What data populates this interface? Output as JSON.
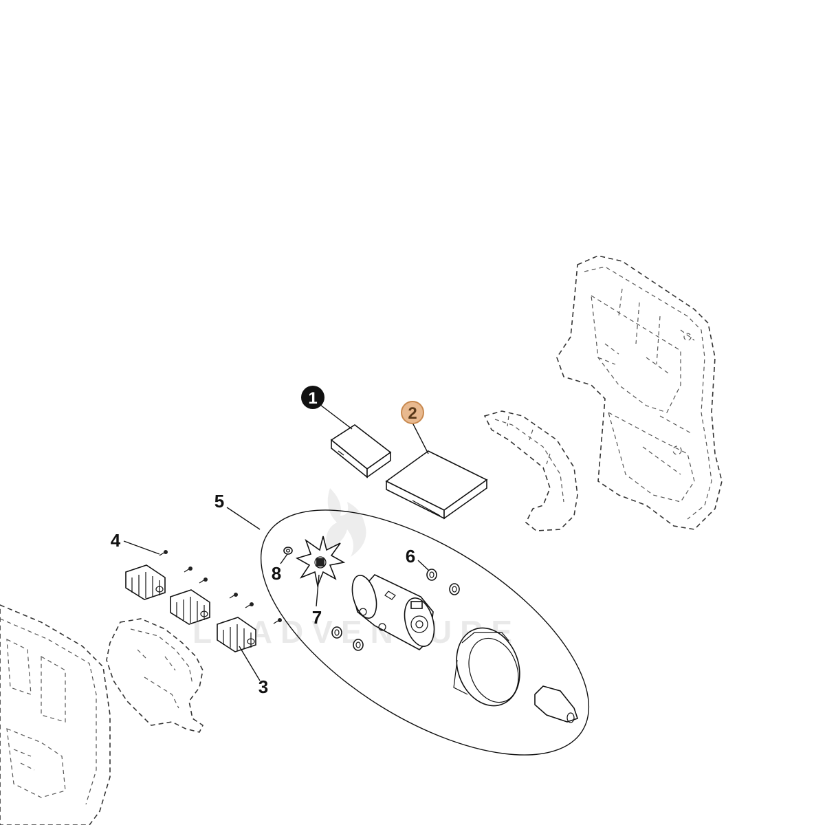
{
  "callouts": {
    "c1": "1",
    "c2": "2",
    "c3": "3",
    "c4": "4",
    "c5": "5",
    "c6": "6",
    "c7": "7",
    "c8": "8"
  },
  "watermark": "LEADVENTURE",
  "colors": {
    "line": "#111111",
    "ghost_line": "#444444",
    "callout_filled": "#111111",
    "callout_highlight_fill": "#e8b98f",
    "callout_highlight_stroke": "#c8894f",
    "background": "#ffffff"
  }
}
